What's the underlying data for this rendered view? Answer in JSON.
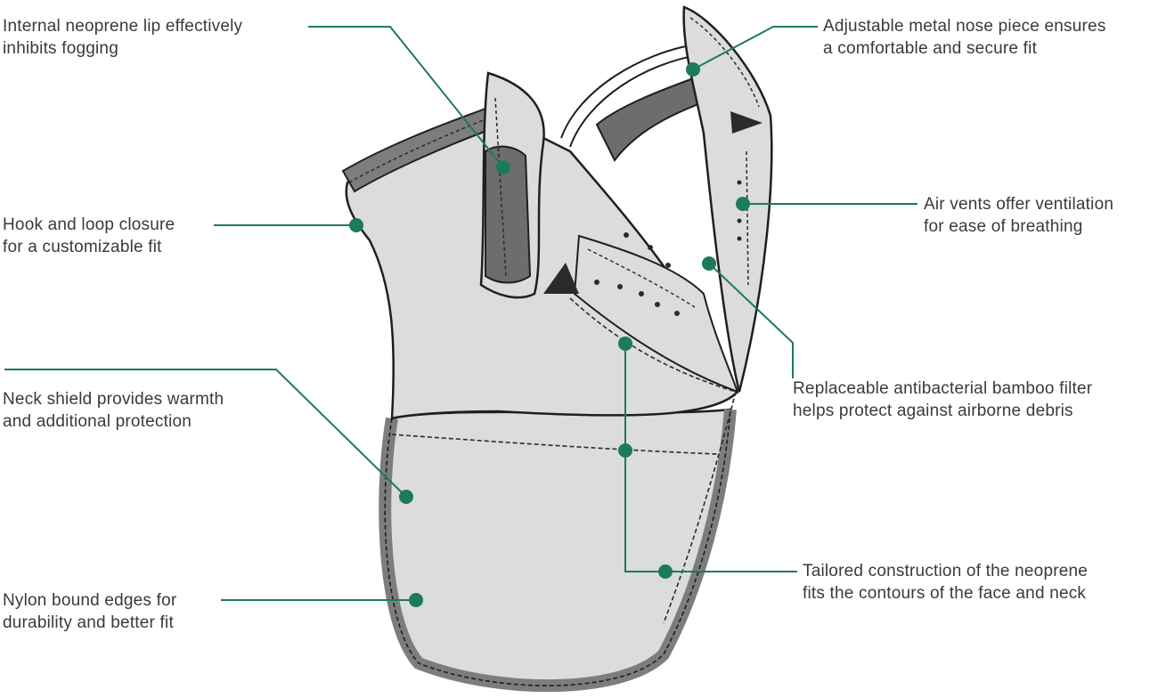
{
  "colors": {
    "leader": "#1d7a5b",
    "fabric": "#dcdcdc",
    "edge": "#7d7d7d",
    "panel": "#6d6d6d",
    "stitch": "#2a2a2a",
    "outline": "#1f1f1f"
  },
  "callouts": {
    "nose_lip": {
      "line1": "Internal neoprene lip effectively",
      "line2": "inhibits fogging"
    },
    "nose_piece": {
      "line1": "Adjustable metal nose piece ensures",
      "line2": "a comfortable and secure fit"
    },
    "closure": {
      "line1": "Hook and loop closure",
      "line2": "for a customizable fit"
    },
    "vents": {
      "line1": "Air vents offer ventilation",
      "line2": "for ease of breathing"
    },
    "filter": {
      "line1": "Replaceable antibacterial bamboo filter",
      "line2": "helps protect against airborne debris"
    },
    "neck_shield": {
      "line1": "Neck shield provides warmth",
      "line2": "and additional protection"
    },
    "tailored": {
      "line1": "Tailored construction of the neoprene",
      "line2": "fits the contours of the face and neck"
    },
    "edges": {
      "line1": "Nylon bound edges for",
      "line2": "durability and better fit"
    }
  }
}
